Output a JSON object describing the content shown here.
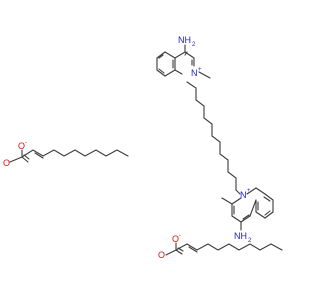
{
  "colors": {
    "bond": "#3a3a3a",
    "nitrogen": "#2020d8",
    "oxygen": "#e01010",
    "background": "#ffffff"
  },
  "atoms": {
    "amine_top_label": "NH",
    "amine_top_sub": "2",
    "ring_n_top_label": "N",
    "ring_n_top_charge": "+",
    "ring_n_bottom_label": "N",
    "ring_n_bottom_charge": "+",
    "amine_bottom_label": "NH",
    "amine_bottom_sub": "2",
    "carboxylate1_o_minus": "O",
    "carboxylate1_charge": "-",
    "carboxylate1_o": "O",
    "carboxylate2_o_minus": "O",
    "carboxylate2_charge": "-",
    "carboxylate2_o": "O"
  }
}
